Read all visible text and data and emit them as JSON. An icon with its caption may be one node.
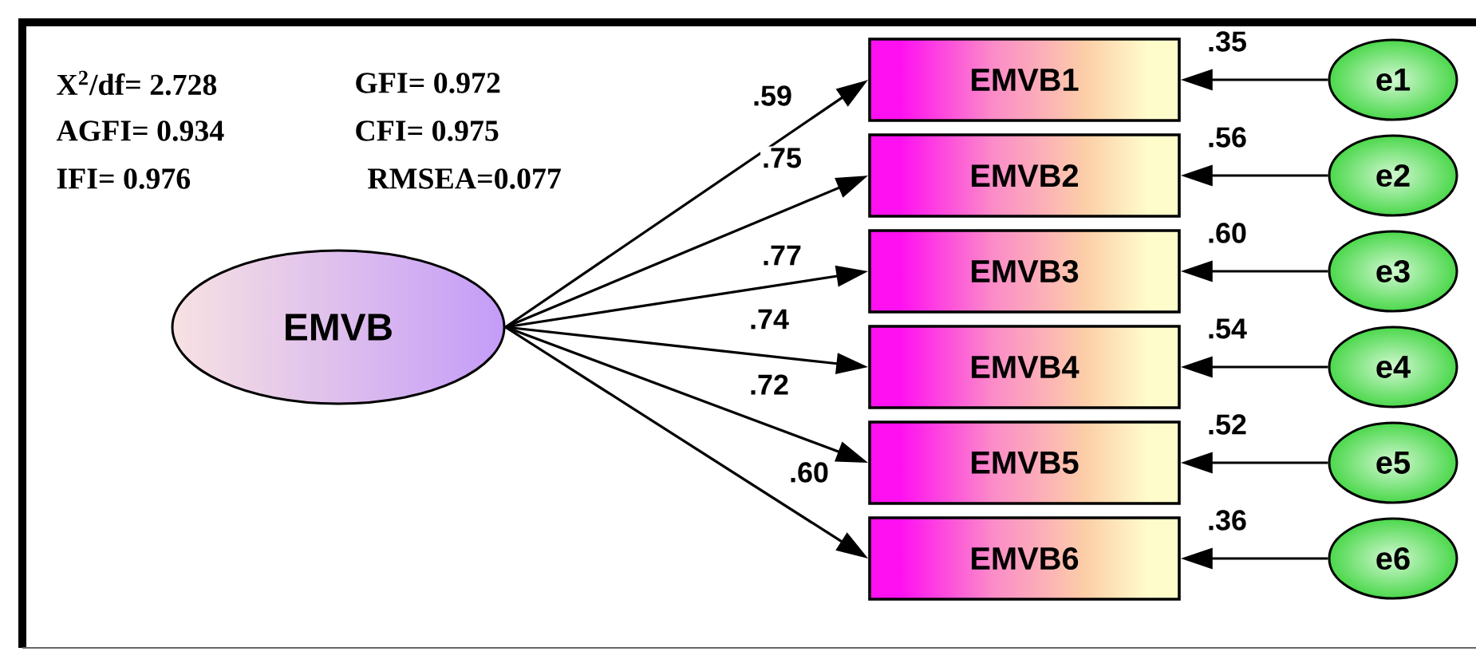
{
  "diagram": {
    "nodes": [
      {
        "text": [
          "EMVB"
        ]
      },
      {
        "text": [
          "EMVB1"
        ],
        "beside": [
          ".35"
        ]
      },
      {
        "text": [
          "EMVB2"
        ],
        "beside": [
          ".56"
        ]
      },
      {
        "text": [
          "EMVB3"
        ],
        "beside": [
          ".60"
        ]
      },
      {
        "text": [
          "EMVB4"
        ],
        "beside": [
          ".54"
        ]
      },
      {
        "text": [
          "EMVB5"
        ],
        "beside": [
          ".52"
        ]
      },
      {
        "text": [
          "EMVB6"
        ],
        "beside": [
          ".36"
        ]
      },
      {
        "text": [
          "e1"
        ]
      },
      {
        "text": [
          "e2"
        ]
      },
      {
        "text": [
          "e3"
        ]
      },
      {
        "text": [
          "e4"
        ]
      },
      {
        "text": [
          "e5"
        ]
      },
      {
        "text": [
          "e6"
        ]
      }
    ],
    "edges": [
      {
        "from": 0,
        "to": 1,
        "arrow": "to",
        "label": ".59"
      },
      {
        "from": 0,
        "to": 2,
        "arrow": "to",
        "label": ".75"
      },
      {
        "from": 0,
        "to": 3,
        "arrow": "to",
        "label": ".77"
      },
      {
        "from": 0,
        "to": 4,
        "arrow": "to",
        "label": ".74"
      },
      {
        "from": 0,
        "to": 5,
        "arrow": "to",
        "label": ".72"
      },
      {
        "from": 0,
        "to": 6,
        "arrow": "to",
        "label": ".60"
      },
      {
        "from": 7,
        "to": 1,
        "arrow": "to"
      },
      {
        "from": 8,
        "to": 2,
        "arrow": "to"
      },
      {
        "from": 9,
        "to": 3,
        "arrow": "to"
      },
      {
        "from": 10,
        "to": 4,
        "arrow": "to"
      },
      {
        "from": 11,
        "to": 5,
        "arrow": "to"
      },
      {
        "from": 12,
        "to": 6,
        "arrow": "to"
      }
    ],
    "labels": [
      "X$^{2}$/df= 2.728",
      "GFI= 0.972",
      "AGFI= 0.934",
      "CFI= 0.975",
      "IFI= 0.976",
      "RMSEA=0.077"
    ]
  }
}
